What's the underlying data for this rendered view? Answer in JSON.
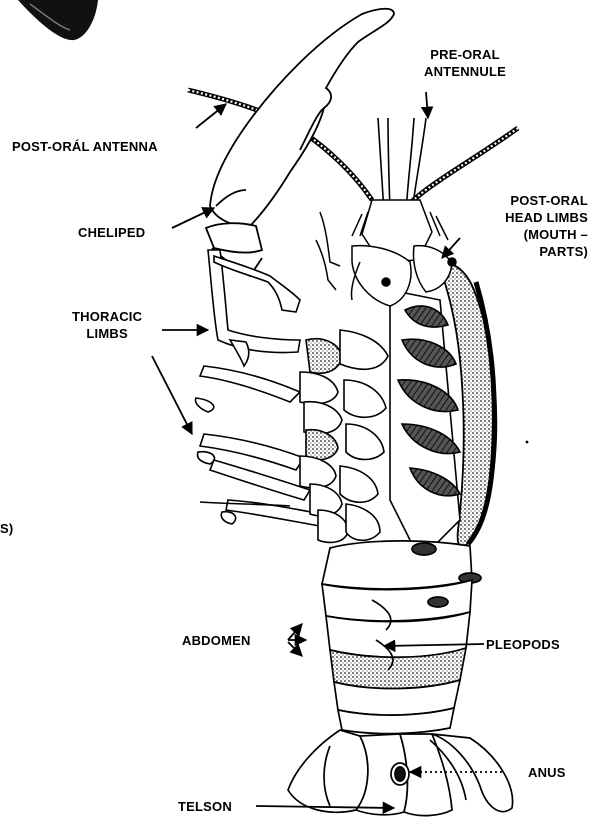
{
  "labels": {
    "post_oral_antenna": "POST-ORÁL ANTENNA",
    "pre_oral_antennule": [
      "PRE-ORAL",
      "ANTENNULE"
    ],
    "post_oral_head_limbs": [
      "POST-ORAL",
      "HEAD LIMBS",
      "(MOUTH –",
      "PARTS)"
    ],
    "cheliped": "CHELIPED",
    "thoracic_limbs": [
      "THORACIC",
      "LIMBS"
    ],
    "abdomen": "ABDOMEN",
    "pleopods": "PLEOPODS",
    "anus": "ANUS",
    "telson": "TELSON",
    "edge_fragment": "S)"
  },
  "colors": {
    "ink": "#000000",
    "paper": "#ffffff",
    "stipple": "#8a8a8a",
    "dark_fill": "#2a2a2a"
  }
}
